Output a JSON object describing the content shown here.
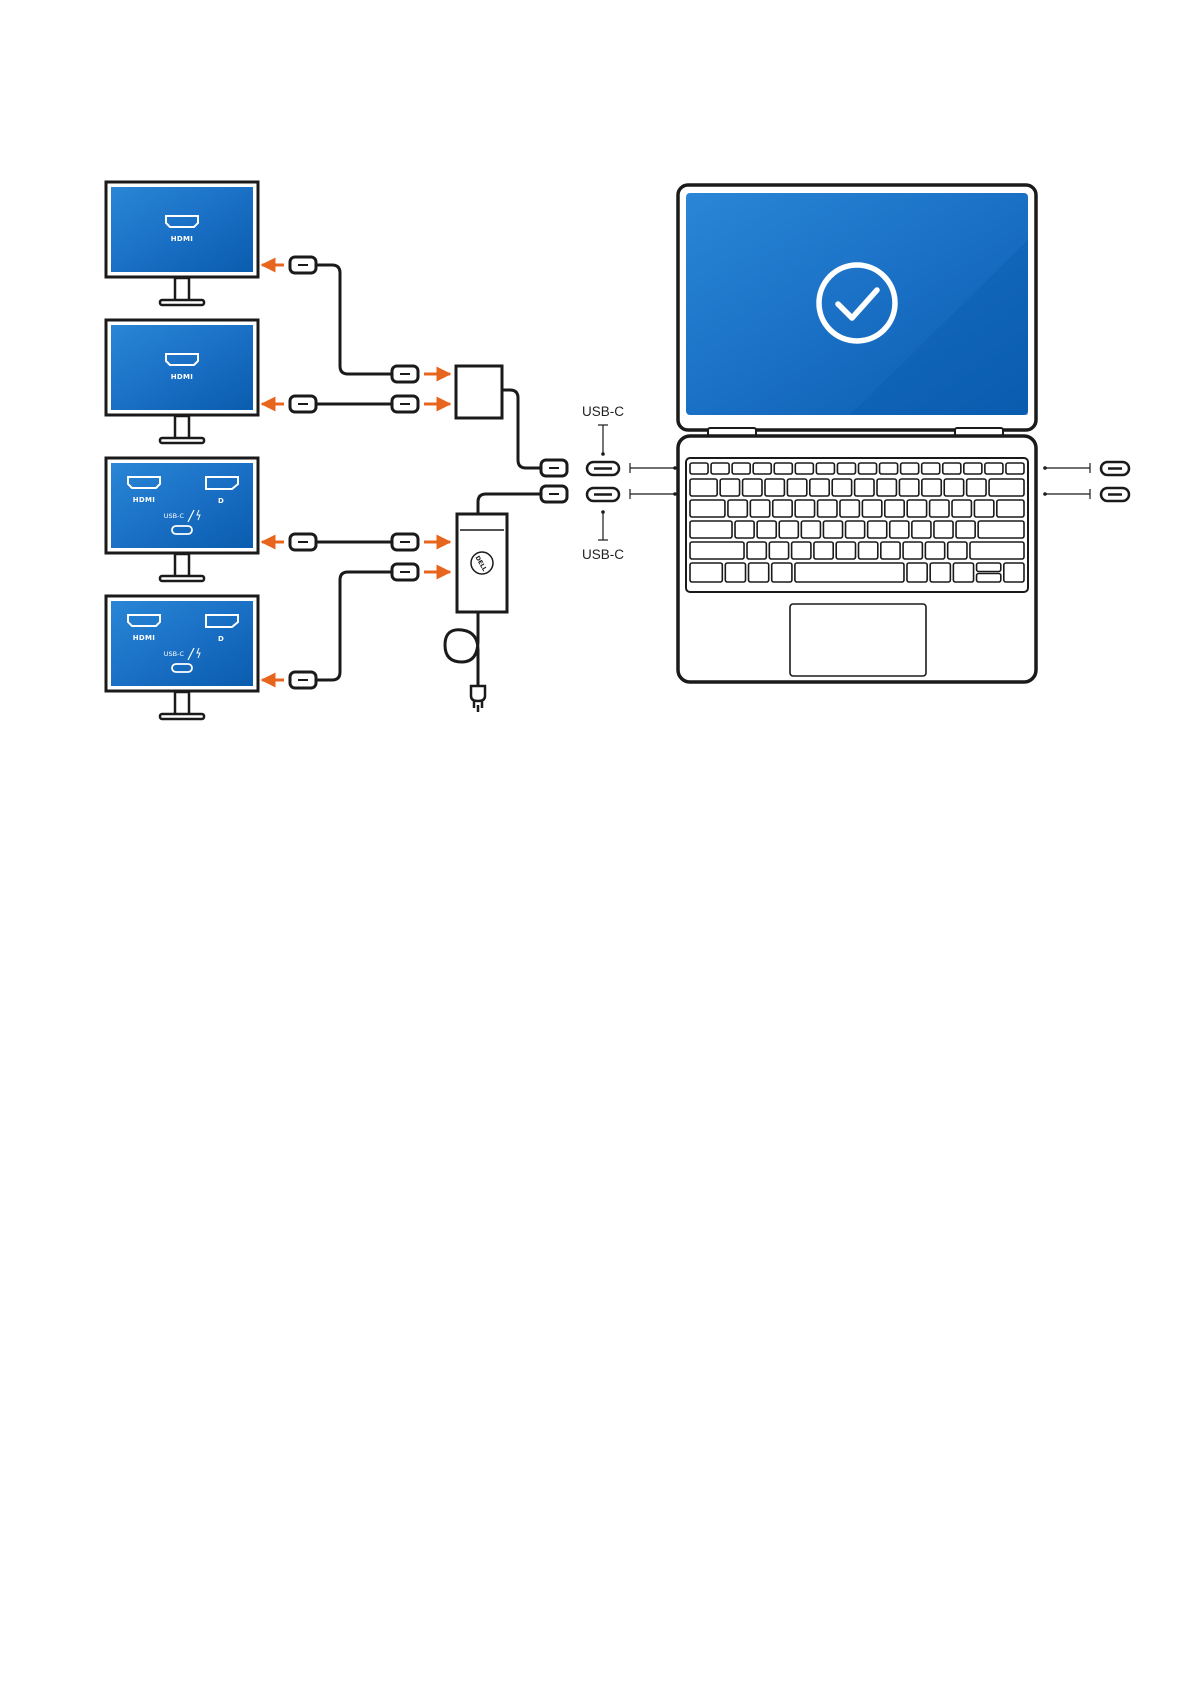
{
  "diagram": {
    "labels": {
      "usbc_top": "USB-C",
      "usbc_bottom": "USB-C"
    },
    "monitors": [
      {
        "ports": [
          "HDMI"
        ]
      },
      {
        "ports": [
          "HDMI"
        ]
      },
      {
        "ports": [
          "HDMI",
          "DP",
          "USB-C / TB"
        ],
        "port_text": {
          "hdmi": "HDMI",
          "dp": "D",
          "usbc": "USB-C"
        }
      },
      {
        "ports": [
          "HDMI",
          "DP",
          "USB-C / TB"
        ],
        "port_text": {
          "hdmi": "HDMI",
          "dp": "D",
          "usbc": "USB-C"
        }
      }
    ],
    "monitor_port_text": {
      "hdmi": "HDMI",
      "dp": "D",
      "usbc": "USB-C"
    },
    "power_adapter_logo": "DELL",
    "laptop_screen_icon": "checkmark-circle-icon",
    "colors": {
      "screen_blue": "#1a6fc4",
      "screen_blue_dark": "#0b5aaa",
      "arrow_orange": "#e8651e",
      "outline": "#1a1a1a"
    }
  }
}
